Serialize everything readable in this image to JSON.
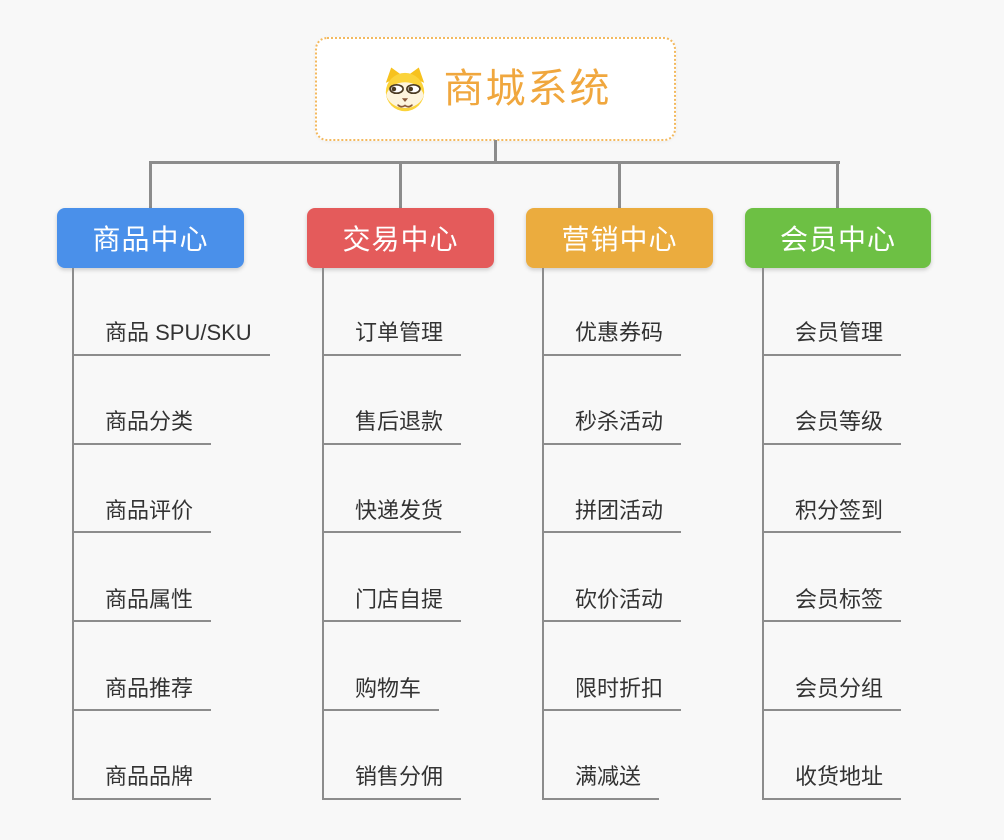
{
  "root": {
    "title": "商城系统",
    "icon": "dog-face-icon"
  },
  "branches": [
    {
      "label": "商品中心",
      "color": "#4a90ea",
      "items": [
        "商品 SPU/SKU",
        "商品分类",
        "商品评价",
        "商品属性",
        "商品推荐",
        "商品品牌"
      ]
    },
    {
      "label": "交易中心",
      "color": "#e45b5b",
      "items": [
        "订单管理",
        "售后退款",
        "快递发货",
        "门店自提",
        "购物车",
        "销售分佣"
      ]
    },
    {
      "label": "营销中心",
      "color": "#ebac3e",
      "items": [
        "优惠券码",
        "秒杀活动",
        "拼团活动",
        "砍价活动",
        "限时折扣",
        "满减送"
      ]
    },
    {
      "label": "会员中心",
      "color": "#6dc044",
      "items": [
        "会员管理",
        "会员等级",
        "积分签到",
        "会员标签",
        "会员分组",
        "收货地址"
      ]
    }
  ],
  "colors": {
    "background": "#f8f8f8",
    "connector": "#8c8c8c",
    "root_text": "#f0a73e",
    "root_border": "#f3b95f",
    "leaf_text": "#333333"
  }
}
